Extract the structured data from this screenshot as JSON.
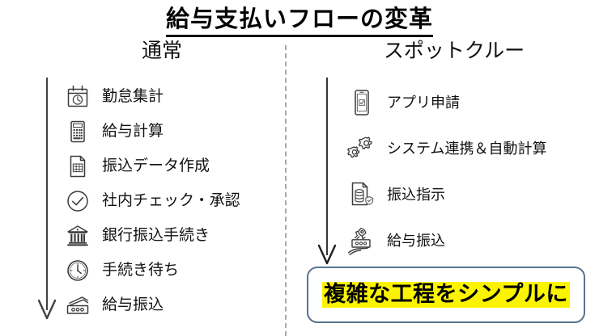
{
  "title": {
    "text": "給与支払いフローの変革"
  },
  "columns": {
    "left": {
      "heading": "通常",
      "steps": [
        {
          "icon": "calendar-clock-icon",
          "label": "勤怠集計"
        },
        {
          "icon": "calculator-icon",
          "label": "給与計算"
        },
        {
          "icon": "document-table-icon",
          "label": "振込データ作成"
        },
        {
          "icon": "check-circle-icon",
          "label": "社内チェック・承認"
        },
        {
          "icon": "bank-icon",
          "label": "銀行振込手続き"
        },
        {
          "icon": "clock-icon",
          "label": "手続き待ち"
        },
        {
          "icon": "banknote-icon",
          "label": "給与振込"
        }
      ]
    },
    "right": {
      "heading": "スポットクルー",
      "steps": [
        {
          "icon": "smartphone-check-icon",
          "label": "アプリ申請"
        },
        {
          "icon": "gears-icon",
          "label": "システム連携＆自動計算"
        },
        {
          "icon": "document-database-shield-icon",
          "label": "振込指示"
        },
        {
          "icon": "rocket-money-hand-icon",
          "label": "給与振込"
        }
      ]
    }
  },
  "callout": {
    "text": "複雑な工程をシンプルに",
    "border_color": "#5a7390",
    "highlight_color": "#fbf400"
  },
  "decorations": {
    "divider": "vertical-dashed-divider",
    "arrow_left": "down-arrow",
    "arrow_right": "down-arrow",
    "arrow_color": "#404040"
  }
}
